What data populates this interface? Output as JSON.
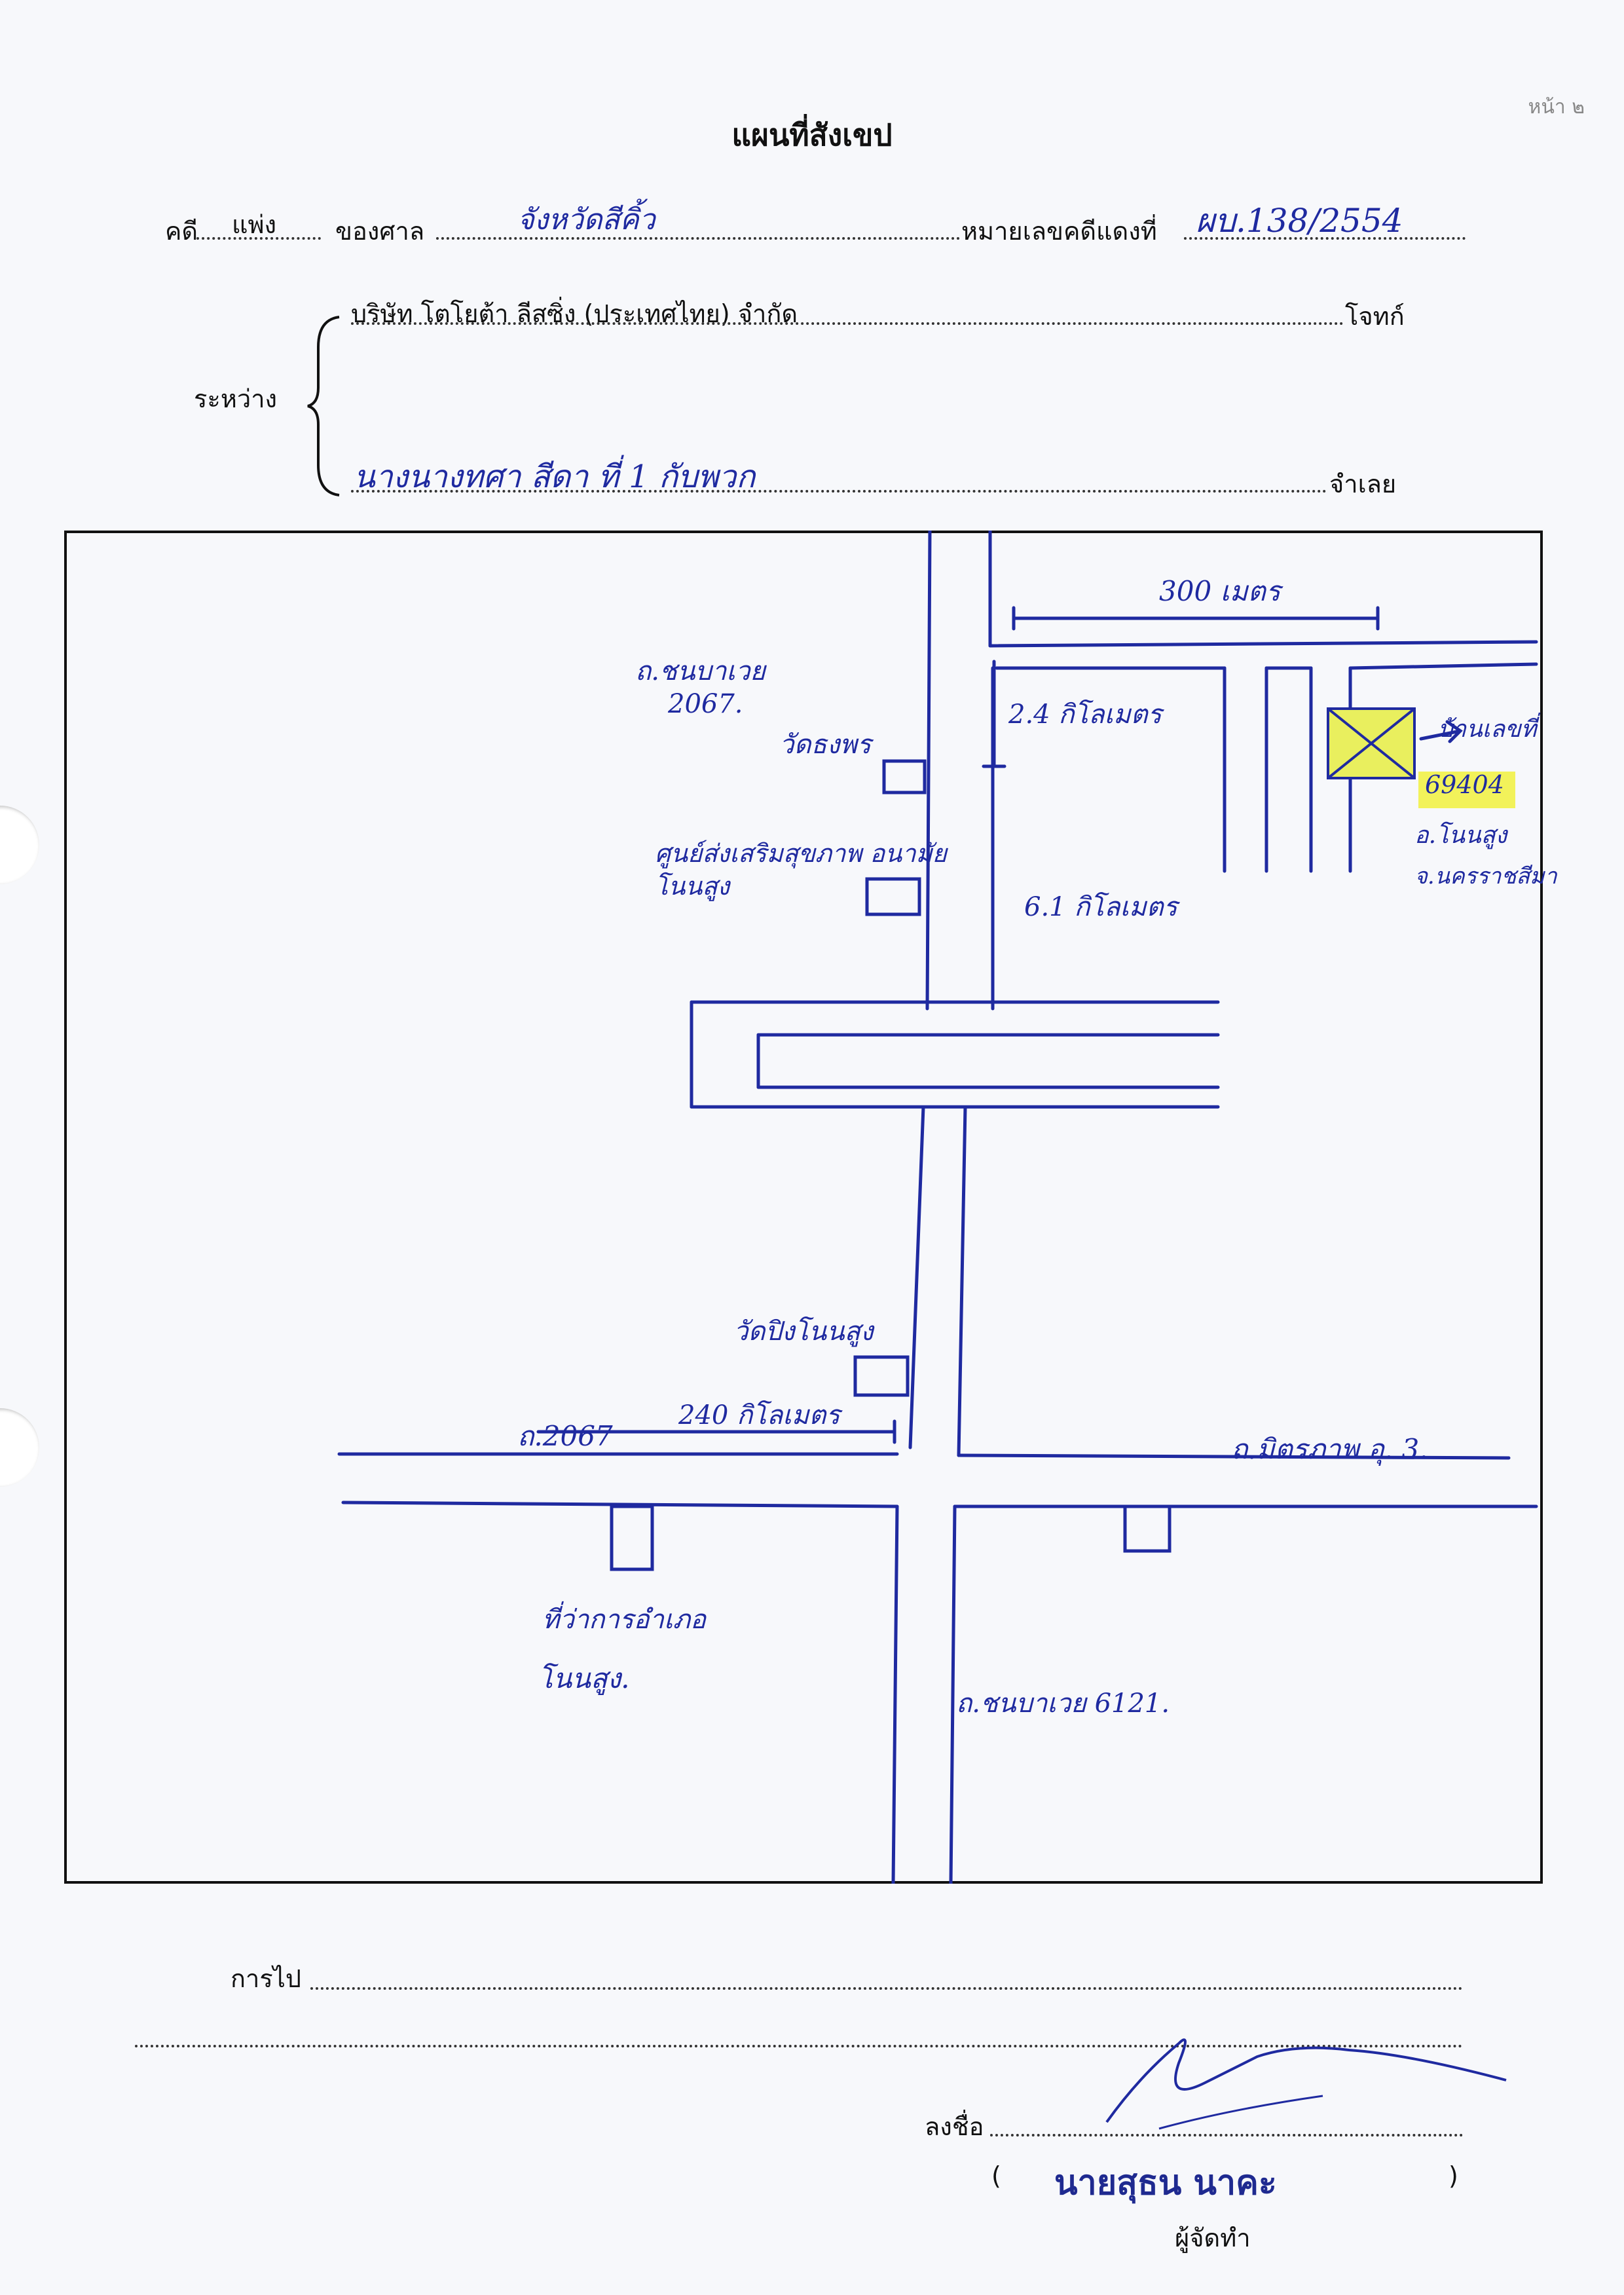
{
  "title": "แผนที่สังเขป",
  "page_no": "หน้า ๒",
  "case": {
    "label_case": "คดี",
    "case_type": "แพ่ง",
    "label_court": "ของศาล",
    "court_handwritten": "จังหวัดสีคิ้ว",
    "label_red_no": "หมายเลขคดีแดงที่",
    "red_no_handwritten": "ผบ.138/2554"
  },
  "parties": {
    "label_between": "ระหว่าง",
    "plaintiff": "บริษัท โตโยต้า ลีสซิ่ง (ประเทศไทย) จำกัด",
    "plaintiff_role": "โจทก์",
    "defendant_handwritten": "นางนางทศา สีดา ที่ 1 กับพวก",
    "defendant_role": "จำเลย"
  },
  "map": {
    "labels": {
      "distance_top": "300 เมตร",
      "road_top": "ถ.ชนบาเวย",
      "road_top_no": "2067.",
      "distance_24": "2.4 กิโลเมตร",
      "temple_1": "วัดธงพร",
      "clinic": "ศูนย์ส่งเสริมสุขภาพ อนามัย โนนสูง",
      "distance_6": "6.1 กิโลเมตร",
      "house_label": "บ้านเลขที่",
      "house_no": "69404",
      "house_addr1": "อ.โนนสูง",
      "house_addr2": "จ.นครราชสีมา",
      "temple_2": "วัดปิงโนนสูง",
      "distance_bottom": "240 กิโลเมตร",
      "road_2067": "ถ.2067",
      "road_right": "ถ.มิตรภาพ อุ. 3.",
      "district_office": "ที่ว่าการอำเภอ",
      "district_name": "โนนสูง.",
      "road_bottom": "ถ.ชนบาเวย 6121."
    },
    "colors": {
      "ink": "#1f2aa0",
      "highlight": "#f2f25a",
      "frame": "#111111"
    }
  },
  "footer": {
    "label_direction": "การไป",
    "label_sign": "ลงชื่อ",
    "signer": "นายสุธน นาคะ",
    "open_paren": "(",
    "close_paren": ")",
    "role": "ผู้จัดทำ"
  }
}
